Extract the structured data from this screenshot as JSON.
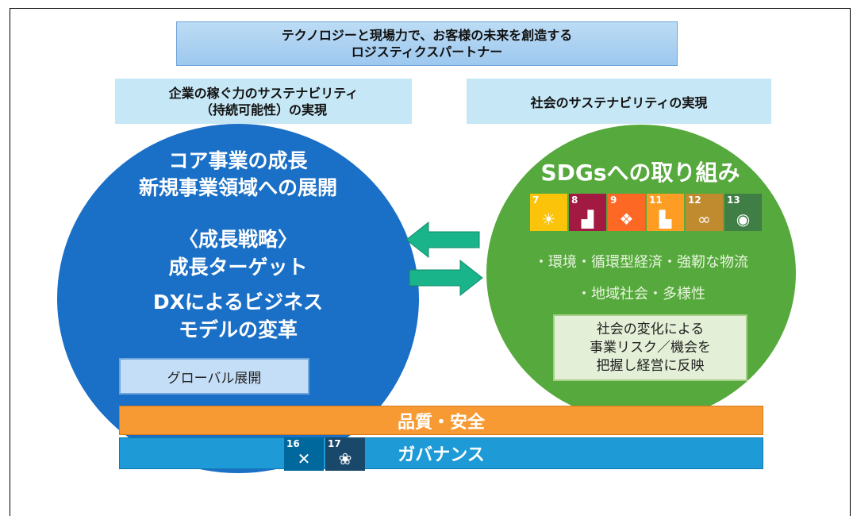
{
  "banner": {
    "line1": "テクノロジーと現場力で、お客様の未来を創造する",
    "line2": "ロジスティクスパートナー"
  },
  "left_header": {
    "line1": "企業の稼ぐ力のサステナビリティ",
    "line2": "（持続可能性）の実現"
  },
  "right_header": {
    "text": "社会のサステナビリティの実現"
  },
  "blue_circle": {
    "line1": "コア事業の成長",
    "line2": "新規事業領域への展開",
    "line3": "〈成長戦略〉",
    "line4": "成長ターゲット",
    "line5": "DXによるビジネス",
    "line6": "モデルの変革",
    "global": "グローバル展開"
  },
  "green_circle": {
    "title": "SDGsへの取り組み",
    "item1": "・環境・循環型経済・強靭な物流",
    "item2": "・地域社会・多様性",
    "risk_line1": "社会の変化による",
    "risk_line2": "事業リスク／機会を",
    "risk_line3": "把握し経営に反映"
  },
  "sdg_icons": [
    {
      "num": "7",
      "icon": "sun-icon",
      "glyph": "☀",
      "color": "#fcc30b"
    },
    {
      "num": "8",
      "icon": "growth-chart-icon",
      "glyph": "▟",
      "color": "#a21942"
    },
    {
      "num": "9",
      "icon": "cubes-icon",
      "glyph": "❖",
      "color": "#fd6925"
    },
    {
      "num": "11",
      "icon": "city-icon",
      "glyph": "▙",
      "color": "#fd9d24"
    },
    {
      "num": "12",
      "icon": "infinity-icon",
      "glyph": "∞",
      "color": "#bf8b2e"
    },
    {
      "num": "13",
      "icon": "eye-earth-icon",
      "glyph": "◉",
      "color": "#3f7e44"
    }
  ],
  "sdg_icons_bottom": [
    {
      "num": "16",
      "icon": "dove-icon",
      "glyph": "✕",
      "color": "#00689d"
    },
    {
      "num": "17",
      "icon": "flower-icon",
      "glyph": "❀",
      "color": "#19486a"
    }
  ],
  "quality": "品質・安全",
  "governance": "ガバナンス",
  "colors": {
    "blue_circle": "#1a6fc6",
    "green_circle": "#56a93c",
    "arrow": "#19b48a",
    "quality": "#f79a33",
    "governance": "#1e9ad6"
  }
}
